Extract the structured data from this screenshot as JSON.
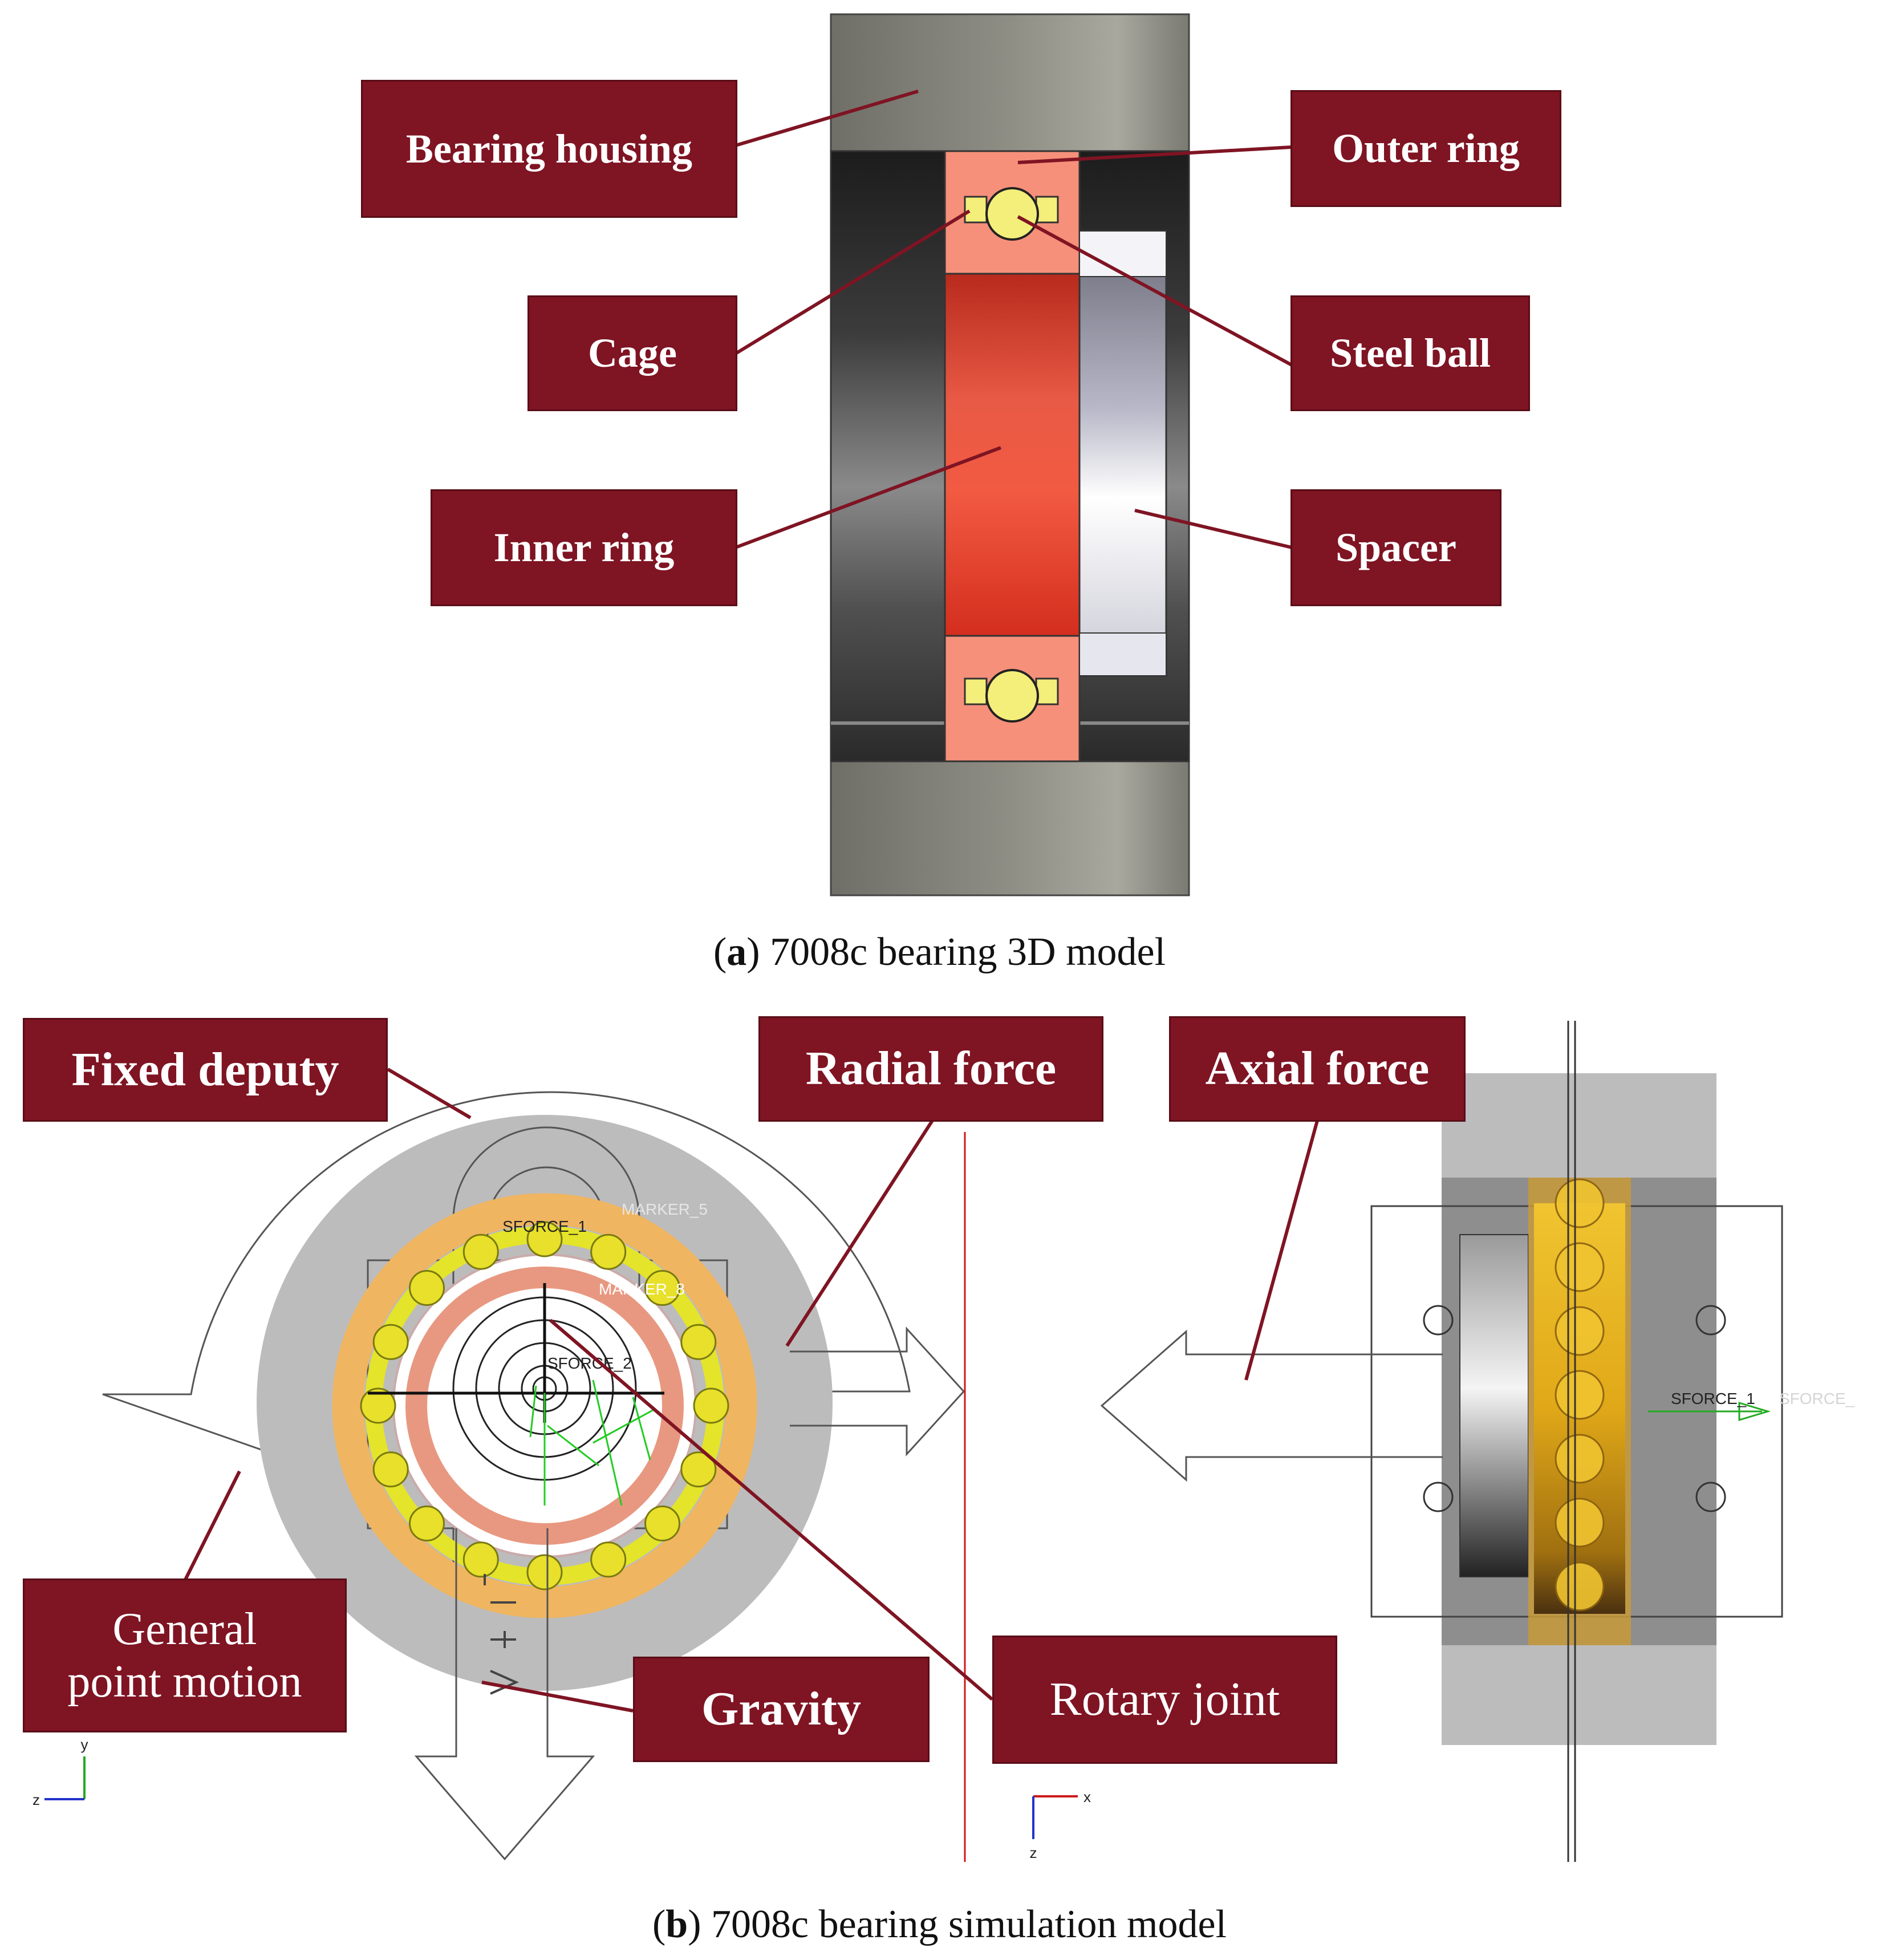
{
  "panel_a": {
    "labels": {
      "bearing_housing": "Bearing housing",
      "outer_ring": "Outer ring",
      "cage": "Cage",
      "steel_ball": "Steel ball",
      "inner_ring": "Inner ring",
      "spacer": "Spacer"
    },
    "caption_letter": "a",
    "caption_text": "7008c bearing 3D model"
  },
  "panel_b": {
    "labels": {
      "fixed_deputy": "Fixed deputy",
      "radial_force": "Radial force",
      "axial_force": "Axial force",
      "general_point_motion_1": "General",
      "general_point_motion_2": "point motion",
      "gravity": "Gravity",
      "rotary_joint": "Rotary joint"
    },
    "sim_text": {
      "sforce_1": "SFORCE_1",
      "sforce_2": "SFORCE_2",
      "marker_8": "MARKER_8",
      "marker_5": "MARKER_5",
      "sforce_1_side": "SFORCE_1",
      "sforce_side_cut": "SFORCE_"
    },
    "triad_left": {
      "up": "y",
      "side": "z"
    },
    "triad_right": {
      "side": "x",
      "down": "z"
    },
    "caption_letter": "b",
    "caption_text": "7008c bearing simulation model"
  },
  "colors": {
    "label_bg": "#7f1423",
    "inner_ring": "#e8422a",
    "outer_ring": "#f08a72",
    "steel_ball": "#f4ee7a",
    "housing": "#8a8a80",
    "radial_line": "#d01818"
  }
}
